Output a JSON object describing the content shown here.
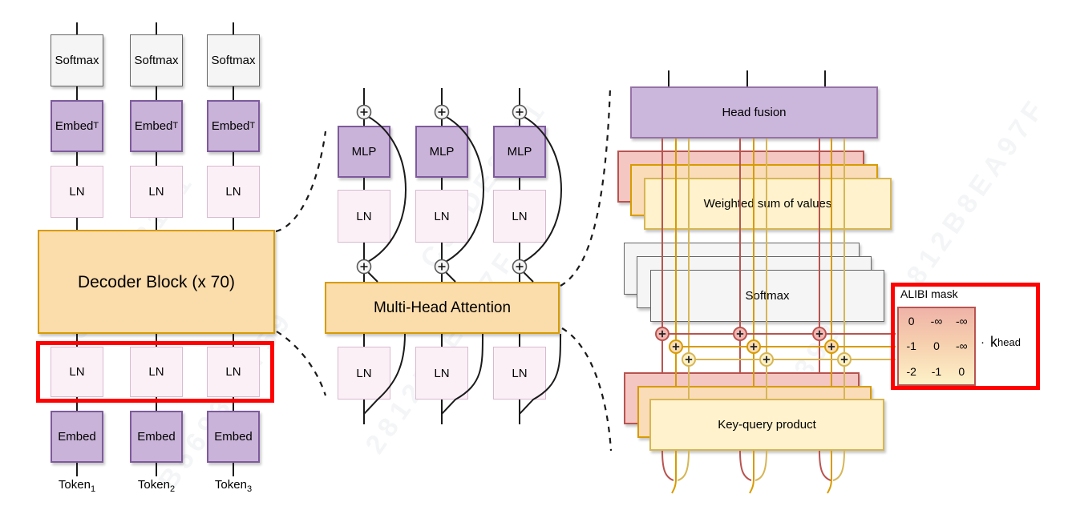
{
  "labels": {
    "softmax": "Softmax",
    "embed": "Embed",
    "embed_sup": "T",
    "ln": "LN",
    "mlp": "MLP",
    "decoder_block": "Decoder Block (x 70)",
    "mha": "Multi-Head Attention",
    "head_fusion": "Head fusion",
    "weighted_sum": "Weighted sum of values",
    "softmax_right": "Softmax",
    "key_query": "Key-query product",
    "token_base": "Token",
    "token_subs": [
      "1",
      "2",
      "3"
    ]
  },
  "alibi": {
    "title": "ALIBI mask",
    "matrix": [
      [
        "0",
        "-∞",
        "-∞"
      ],
      [
        "-1",
        "0",
        "-∞"
      ],
      [
        "-2",
        "-1",
        "0"
      ]
    ],
    "dot": "·",
    "k_base": "k",
    "k_sub": "head"
  },
  "colors": {
    "annotation_red": "#fe0100",
    "line_black": "#1a1a1a",
    "line_red": "#b85450",
    "line_orange": "#d79b00",
    "line_yellow": "#d6b656",
    "box_orange": "#fbdcab",
    "box_purple": "#c9b3d8",
    "box_pink": "#fcf0f7",
    "box_gray": "#f5f5f5",
    "box_yellow": "#fff2cc"
  },
  "watermark": {
    "items": [
      "C36DE8141",
      "B569393759",
      "2812B8EA97F"
    ]
  }
}
